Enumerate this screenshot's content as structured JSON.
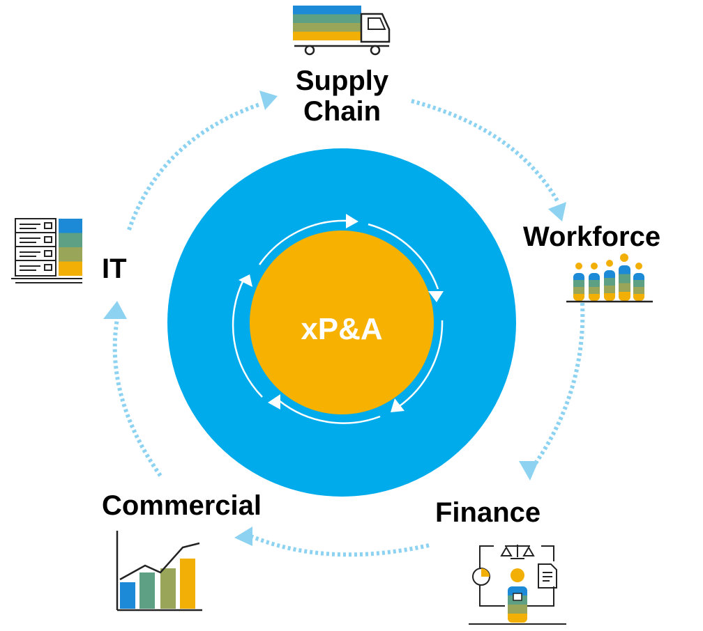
{
  "center": {
    "label": "xP&A"
  },
  "nodes": {
    "supply_chain": {
      "line1": "Supply",
      "line2": "Chain",
      "icon": "truck-icon"
    },
    "workforce": {
      "label": "Workforce",
      "icon": "people-icon"
    },
    "finance": {
      "label": "Finance",
      "icon": "finance-scale-icon"
    },
    "commercial": {
      "label": "Commercial",
      "icon": "bar-chart-icon"
    },
    "it": {
      "label": "IT",
      "icon": "server-rack-icon"
    }
  },
  "colors": {
    "outer_circle": "#00ABEB",
    "inner_circle": "#F7B100",
    "cycle_arrows": "#8DD3F1",
    "palette": [
      "#1C8AD6",
      "#5EA084",
      "#99A65A",
      "#F2B007"
    ]
  }
}
